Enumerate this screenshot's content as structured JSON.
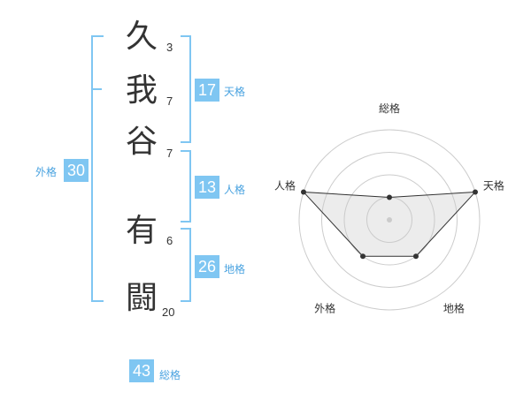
{
  "name_chars": [
    {
      "char": "久",
      "strokes": "3"
    },
    {
      "char": "我",
      "strokes": "7"
    },
    {
      "char": "谷",
      "strokes": "7"
    },
    {
      "char": "有",
      "strokes": "6"
    },
    {
      "char": "闘",
      "strokes": "20"
    }
  ],
  "scores": {
    "tenkaku": {
      "value": "17",
      "label": "天格"
    },
    "jinkaku": {
      "value": "13",
      "label": "人格"
    },
    "chikaku": {
      "value": "26",
      "label": "地格"
    },
    "gaikaku": {
      "value": "30",
      "label": "外格"
    },
    "soukaku": {
      "value": "43",
      "label": "総格"
    }
  },
  "chart_data": {
    "type": "radar",
    "axes": [
      "総格",
      "天格",
      "地格",
      "外格",
      "人格"
    ],
    "values": [
      1.0,
      4.0,
      2.0,
      2.0,
      4.0
    ],
    "max": 4,
    "rings": 4
  },
  "colors": {
    "accent": "#7fc6f2",
    "label": "#4aa3e0",
    "text": "#333333"
  }
}
